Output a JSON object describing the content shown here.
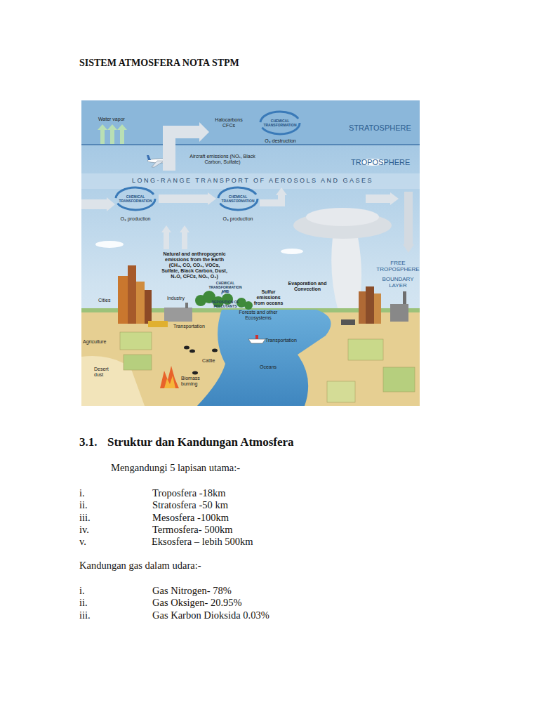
{
  "diagram": {
    "title": "SISTEM ATMOSFERA NOTA STPM",
    "labels": [
      "Water vapor",
      "Halocarbons CFCs",
      "CHEMICAL TRANSFORMATION",
      "O₃ destruction",
      "STRATOSPHERE",
      "Aircraft emissions (NOₓ, Black Carbon, Sulfate)",
      "TROPOSPHERE",
      "LONG-RANGE TRANSPORT OF AEROSOLS AND GASES",
      "CHEMICAL TRANSFORMATION",
      "O₃ production",
      "CHEMICAL TRANSFORMATION",
      "O₃ production",
      "Natural and anthropogenic emissions from the Earth (CH₄, CO, CO₂, VOCs, Sulfate, Black Carbon, Dust, N₂O, CFCs, NOₓ, O₃)",
      "CHEMICAL TRANSFORMATION AND",
      "DEPOSITION OF POLLUTANTS",
      "Sulfur emissions from oceans",
      "Evaporation and Convection",
      "FREE TROPOSPHERE",
      "BOUNDARY LAYER",
      "Cities",
      "Industry",
      "Forests and other Ecosystems",
      "Transportation",
      "Transportation",
      "Agriculture",
      "Cattle",
      "Oceans",
      "Desert dust",
      "Biomass burning",
      "3.1.",
      "Struktur dan Kandungan Atmosfera",
      "Mengandungi 5 lapisan utama:-",
      "i.",
      "Troposfera -18km",
      "ii.",
      "Stratosfera -50 km",
      "iii.",
      "Mesosfera -100km",
      "iv.",
      "Termosfera- 500km",
      "v.",
      "Eksosfera – lebih 500km",
      "Kandungan gas dalam udara:-",
      "i.",
      "Gas Nitrogen- 78%",
      "ii.",
      "Gas Oksigen- 20.95%",
      "iii.",
      "Gas Karbon Dioksida 0.03%"
    ]
  }
}
